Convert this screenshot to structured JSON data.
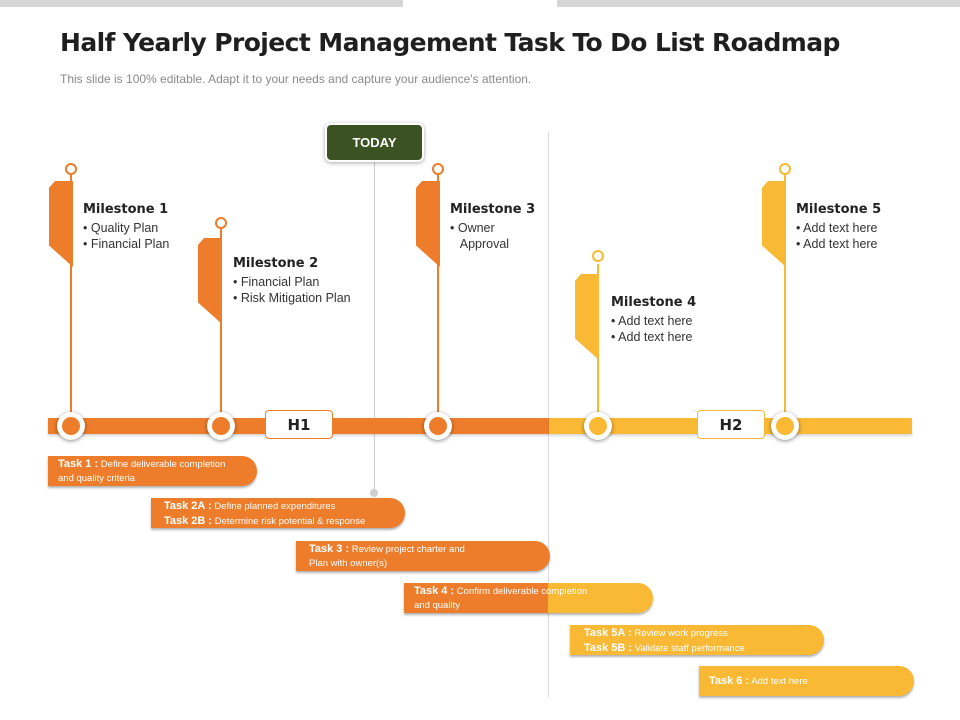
{
  "title": "Half Yearly Project Management Task To Do List Roadmap",
  "subtitle": "This slide is 100% editable. Adapt it to your needs and capture your audience's attention.",
  "today_label": "TODAY",
  "halves": {
    "h1": "H1",
    "h2": "H2"
  },
  "colors": {
    "orange": "#ee7d2b",
    "yellow": "#f9b934",
    "dark_green": "#3b5323"
  },
  "milestones": [
    {
      "title": "Milestone 1",
      "lines": [
        "• Quality Plan",
        "• Financial Plan"
      ]
    },
    {
      "title": "Milestone 2",
      "lines": [
        "• Financial Plan",
        "• Risk Mitigation Plan"
      ]
    },
    {
      "title": "Milestone 3",
      "lines": [
        "• Owner",
        "   Approval"
      ]
    },
    {
      "title": "Milestone 4",
      "lines": [
        "• Add text here",
        "• Add text here"
      ]
    },
    {
      "title": "Milestone 5",
      "lines": [
        "• Add text here",
        "• Add text here"
      ]
    }
  ],
  "tasks": [
    {
      "lines": [
        {
          "label": "Task 1 :",
          "text": " Define deliverable completion"
        },
        {
          "label": "",
          "text": "and quality criteria"
        }
      ]
    },
    {
      "lines": [
        {
          "label": "Task 2A :",
          "text": " Define planned expenditures"
        },
        {
          "label": "Task 2B :",
          "text": " Determine risk potential & response"
        }
      ]
    },
    {
      "lines": [
        {
          "label": "Task 3 :",
          "text": " Review project charter and"
        },
        {
          "label": "",
          "text": "Plan with owner(s)"
        }
      ]
    },
    {
      "lines": [
        {
          "label": "Task 4 :",
          "text": " Confirm deliverable completion"
        },
        {
          "label": "",
          "text": "and quality"
        }
      ]
    },
    {
      "lines": [
        {
          "label": "Task 5A :",
          "text": " Review work progress"
        },
        {
          "label": "Task 5B :",
          "text": " Validate staff performance"
        }
      ]
    },
    {
      "lines": [
        {
          "label": "Task 6 :",
          "text": " Add text here"
        }
      ]
    }
  ]
}
